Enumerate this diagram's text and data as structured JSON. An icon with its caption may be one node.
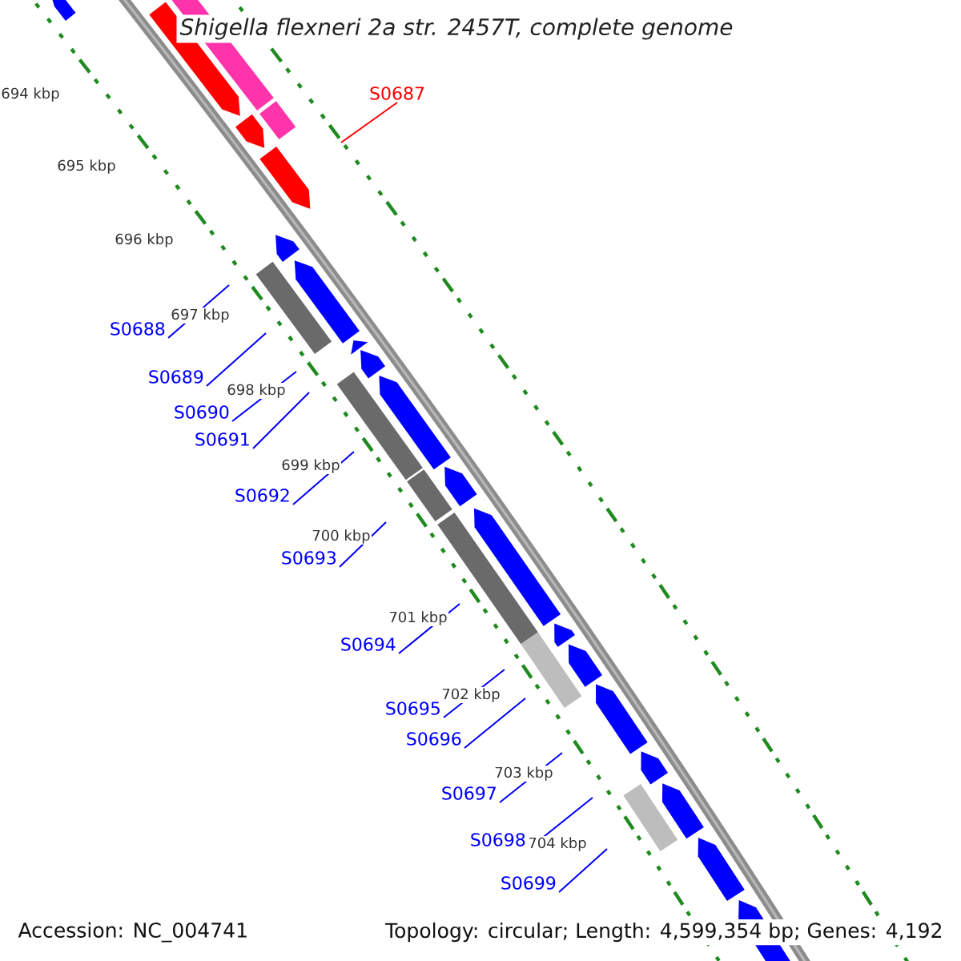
{
  "diagram": {
    "title": "Shigella flexneri 2a str. 2457T, complete genome",
    "nodes": [
      {
        "text": [
          "S0687"
        ]
      },
      {
        "text": [
          "S0688"
        ]
      },
      {
        "text": [
          "S0689"
        ]
      },
      {
        "text": [
          "S0690"
        ]
      },
      {
        "text": [
          "S0691"
        ]
      },
      {
        "text": [
          "S0692"
        ]
      },
      {
        "text": [
          "S0693"
        ]
      },
      {
        "text": [
          "S0694"
        ]
      },
      {
        "text": [
          "S0695"
        ]
      },
      {
        "text": [
          "S0696"
        ]
      },
      {
        "text": [
          "S0697"
        ]
      },
      {
        "text": [
          "S0698"
        ]
      },
      {
        "text": [
          "S0699"
        ]
      }
    ],
    "edges": [
      {
        "from": 0,
        "to": null,
        "arrow": "none",
        "color": "#ff0000"
      },
      {
        "from": 1,
        "to": null,
        "arrow": "none"
      },
      {
        "from": 2,
        "to": null,
        "arrow": "none"
      },
      {
        "from": 3,
        "to": null,
        "arrow": "none"
      },
      {
        "from": 4,
        "to": null,
        "arrow": "none"
      },
      {
        "from": 5,
        "to": null,
        "arrow": "none"
      },
      {
        "from": 6,
        "to": null,
        "arrow": "none"
      },
      {
        "from": 7,
        "to": null,
        "arrow": "none"
      },
      {
        "from": 8,
        "to": null,
        "arrow": "none"
      },
      {
        "from": 9,
        "to": null,
        "arrow": "none"
      },
      {
        "from": 10,
        "to": null,
        "arrow": "none"
      },
      {
        "from": 11,
        "to": null,
        "arrow": "none"
      },
      {
        "from": 12,
        "to": null,
        "arrow": "none"
      }
    ],
    "labels": [
      "694 kbp",
      "695 kbp",
      "696 kbp",
      "697 kbp",
      "698 kbp",
      "699 kbp",
      "700 kbp",
      "701 kbp",
      "702 kbp",
      "703 kbp",
      "704 kbp",
      "Accession: NC_004741",
      "Topology: circular; Length: 4,599,354 bp; Genes: 4,192"
    ]
  }
}
